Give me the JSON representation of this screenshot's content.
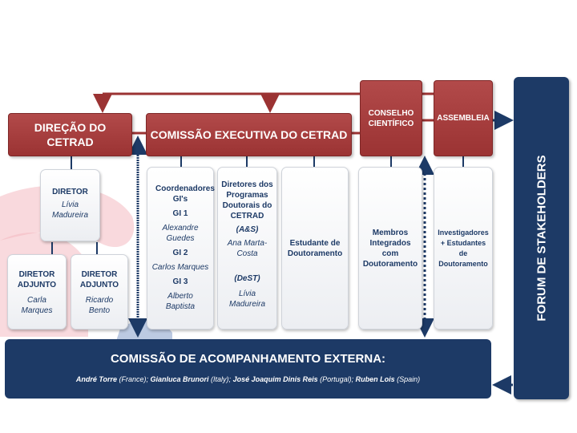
{
  "header": {
    "direcao": "DIREÇÃO DO CETRAD",
    "comissao_executiva": "COMISSÃO EXECUTIVA DO CETRAD",
    "conselho": "CONSELHO CIENTÍFICO",
    "assembleia": "ASSEMBLEIA"
  },
  "diretor": {
    "title": "DIRETOR",
    "name": "Lívia Madureira"
  },
  "adjunto1": {
    "title": "DIRETOR ADJUNTO",
    "name": "Carla Marques"
  },
  "adjunto2": {
    "title": "DIRETOR ADJUNTO",
    "name": "Ricardo Bento"
  },
  "coordenadores": {
    "title": "Coordenadores GI's",
    "gi1": "GI 1",
    "gi1_name": "Alexandre Guedes",
    "gi2": "GI 2",
    "gi2_name": "Carlos Marques",
    "gi3": "GI 3",
    "gi3_name": "Alberto Baptista"
  },
  "diretores_programas": {
    "title": "Diretores dos Programas Doutorais do CETRAD",
    "prog1": "(A&S)",
    "prog1_name": "Ana Marta-Costa",
    "prog2": "(DeST)",
    "prog2_name": "Lívia Madureira"
  },
  "estudante": "Estudante de Doutoramento",
  "membros": "Membros Integrados com Doutoramento",
  "investigadores": "Investigadores + Estudantes de Doutoramento",
  "forum": "FORUM DE STAKEHOLDERS",
  "comissao_externa": {
    "title": "COMISSÃO DE ACOMPANHAMENTO EXTERNA:",
    "members": [
      {
        "name": "André Torre",
        "country": "France"
      },
      {
        "name": "Gianluca Brunori",
        "country": "Italy"
      },
      {
        "name": "José Joaquim Dinis Reis",
        "country": "Portugal"
      },
      {
        "name": "Ruben Lois",
        "country": "Spain"
      }
    ]
  },
  "colors": {
    "red": "#9b3333",
    "navy": "#1d3a66",
    "card_text": "#1d3a66"
  }
}
